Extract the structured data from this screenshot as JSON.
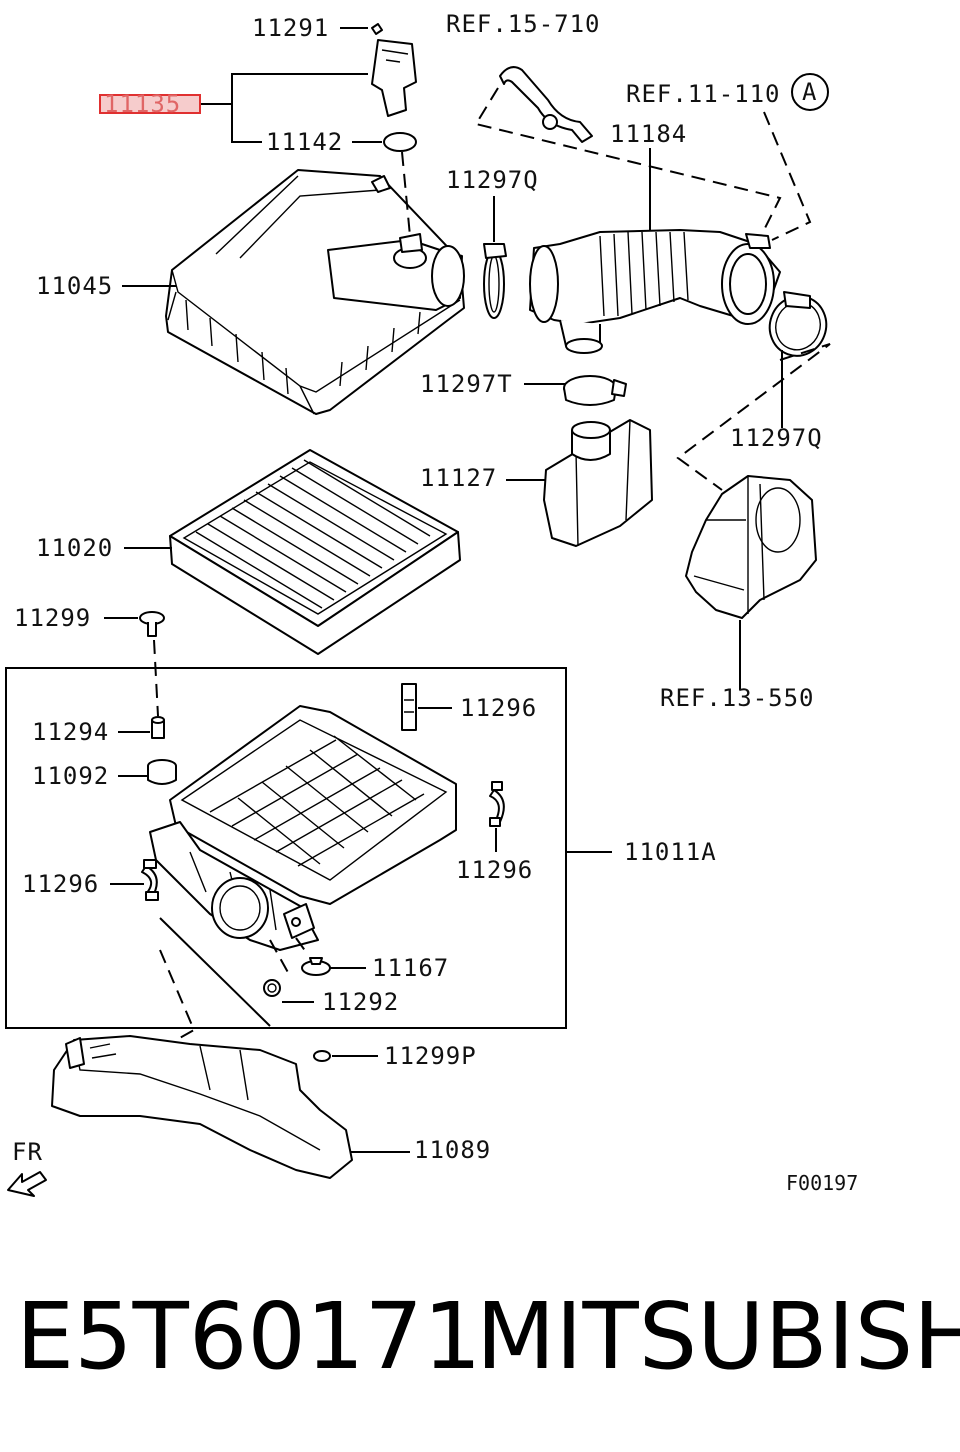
{
  "callouts": {
    "p11291": "11291",
    "ref15710": "REF.15-710",
    "ref11110": "REF.11-110",
    "circle_a": "A",
    "p11135": "11135",
    "p11142": "11142",
    "p11184": "11184",
    "p11297q_top": "11297Q",
    "p11045": "11045",
    "p11297t": "11297T",
    "p11297q_right": "11297Q",
    "p11127": "11127",
    "p11020": "11020",
    "p11299": "11299",
    "ref13550": "REF.13-550",
    "p11296_top": "11296",
    "p11294": "11294",
    "p11092": "11092",
    "p11011a": "11011A",
    "p11296_right": "11296",
    "p11296_left": "11296",
    "p11167": "11167",
    "p11292": "11292",
    "p11299p": "11299P",
    "p11089": "11089",
    "fr": "FR",
    "figure_code": "F00197"
  },
  "highlight": {
    "part": "11135",
    "fill_color": "#f6cccc",
    "stroke_color": "#e03030"
  },
  "caption": {
    "part_number": "E5T60171",
    "brand": "MITSUBISHI"
  }
}
